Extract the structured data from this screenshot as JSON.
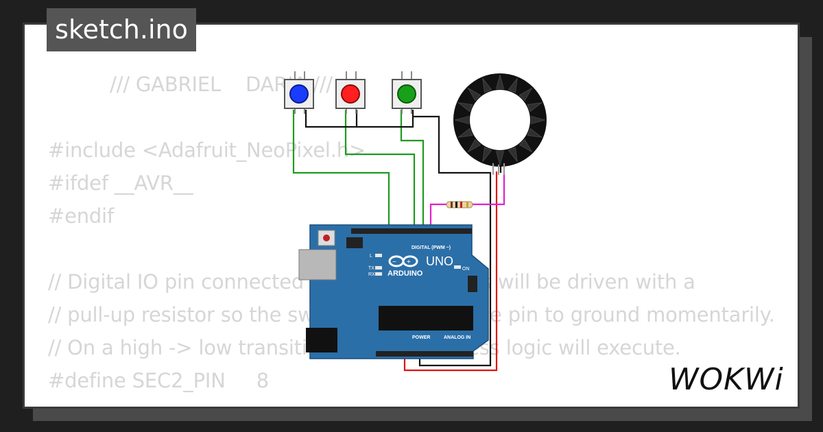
{
  "title": "sketch.ino",
  "code_lines": [
    "          /// GABRIEL    DARIA ///",
    "#include <Adafruit_NeoPixel.h>",
    "#ifdef __AVR__",
    "#endif",
    "",
    "// Digital IO pin connected to the button. This will be driven with a",
    "// pull-up resistor so the switch should pull the pin to ground momentarily.",
    "// On a high -> low transition the button press logic will execute.",
    "#define SEC2_PIN     8"
  ],
  "board": {
    "name": "ARDUINO",
    "model": "UNO",
    "header_label": "DIGITAL (PWM ~)",
    "power_label": "POWER",
    "analog_label": "ANALOG IN",
    "on_label": "ON",
    "tx_label": "TX",
    "rx_label": "RX",
    "l_label": "L"
  },
  "buttons": [
    {
      "color": "#1a3cff"
    },
    {
      "color": "#ff1f1f"
    },
    {
      "color": "#18a018"
    }
  ],
  "colors": {
    "board": "#2b6fa8",
    "wire_green": "#1f9a1f",
    "wire_black": "#111111",
    "wire_red": "#e01010",
    "wire_magenta": "#e020d0"
  },
  "brand": "WOKWi"
}
